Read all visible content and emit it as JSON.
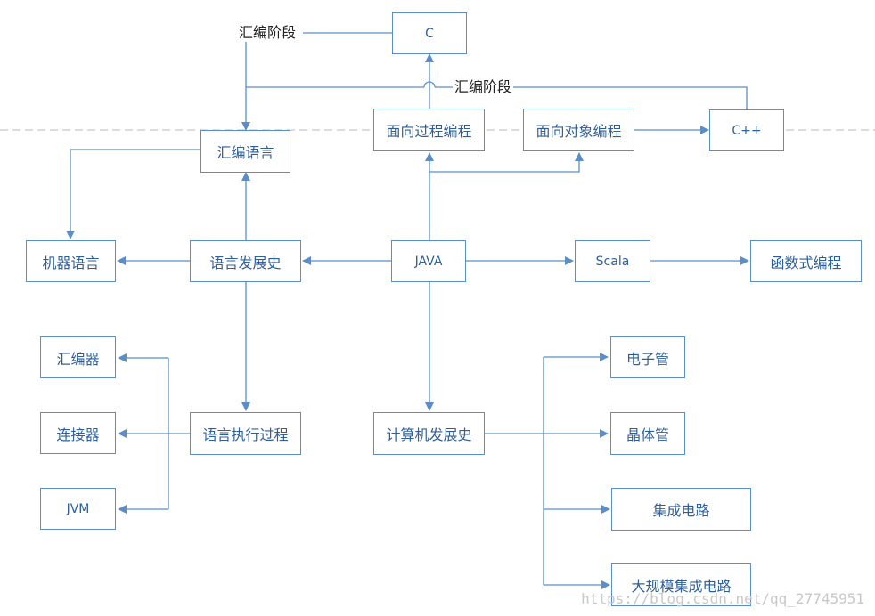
{
  "nodes": {
    "c": "C",
    "assembly_language": "汇编语言",
    "procedural": "面向过程编程",
    "object_oriented": "面向对象编程",
    "cpp": "C++",
    "machine_language": "机器语言",
    "language_history": "语言发展史",
    "java": "JAVA",
    "scala": "Scala",
    "functional": "函数式编程",
    "assembler": "汇编器",
    "linker": "连接器",
    "jvm": "JVM",
    "execution_process": "语言执行过程",
    "computer_history": "计算机发展史",
    "vacuum_tube": "电子管",
    "transistor": "晶体管",
    "integrated_circuit": "集成电路",
    "lsi_circuit": "大规模集成电路"
  },
  "labels": {
    "assembly_stage_top": "汇编阶段",
    "assembly_stage_mid": "汇编阶段"
  },
  "watermark": "https://blog.csdn.net/qq_27745951",
  "colors": {
    "line": "#5b8ec9",
    "node_text": "#2f5f99",
    "dashed": "#b8b8b8"
  }
}
